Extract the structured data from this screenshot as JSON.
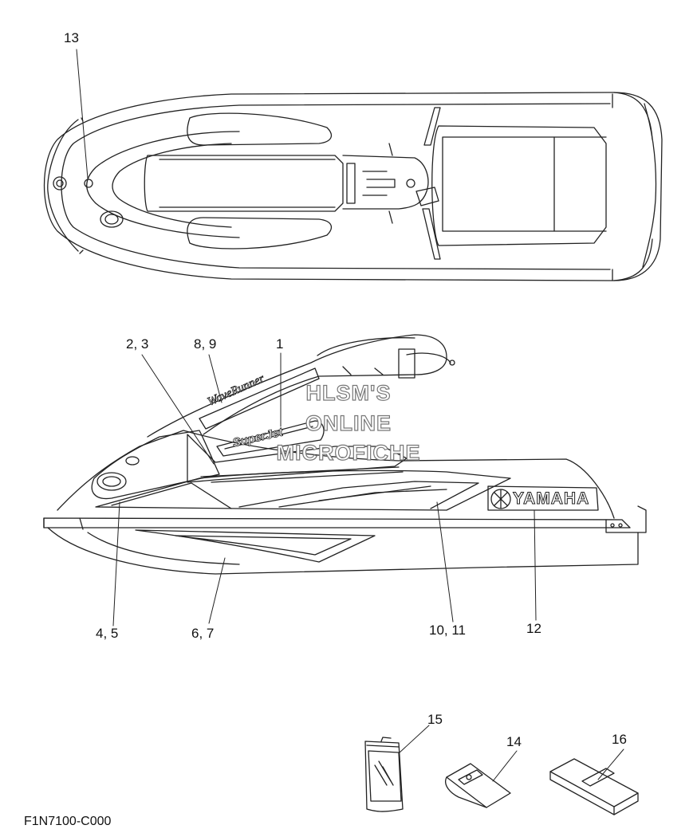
{
  "callouts": [
    "13",
    "2, 3",
    "8, 9",
    "1",
    "4, 5",
    "6, 7",
    "10, 11",
    "12",
    "15",
    "14",
    "16"
  ],
  "watermark": [
    "HLSM'S",
    "ONLINE",
    "MICROFICHE"
  ],
  "decals": {
    "brand": "YAMAHA",
    "model": "WaveRunner",
    "name": "SuperJet"
  },
  "drawing_code": "F1N7100-C000",
  "colors": {
    "line": "#222222",
    "watermark_outline": "#777777"
  }
}
